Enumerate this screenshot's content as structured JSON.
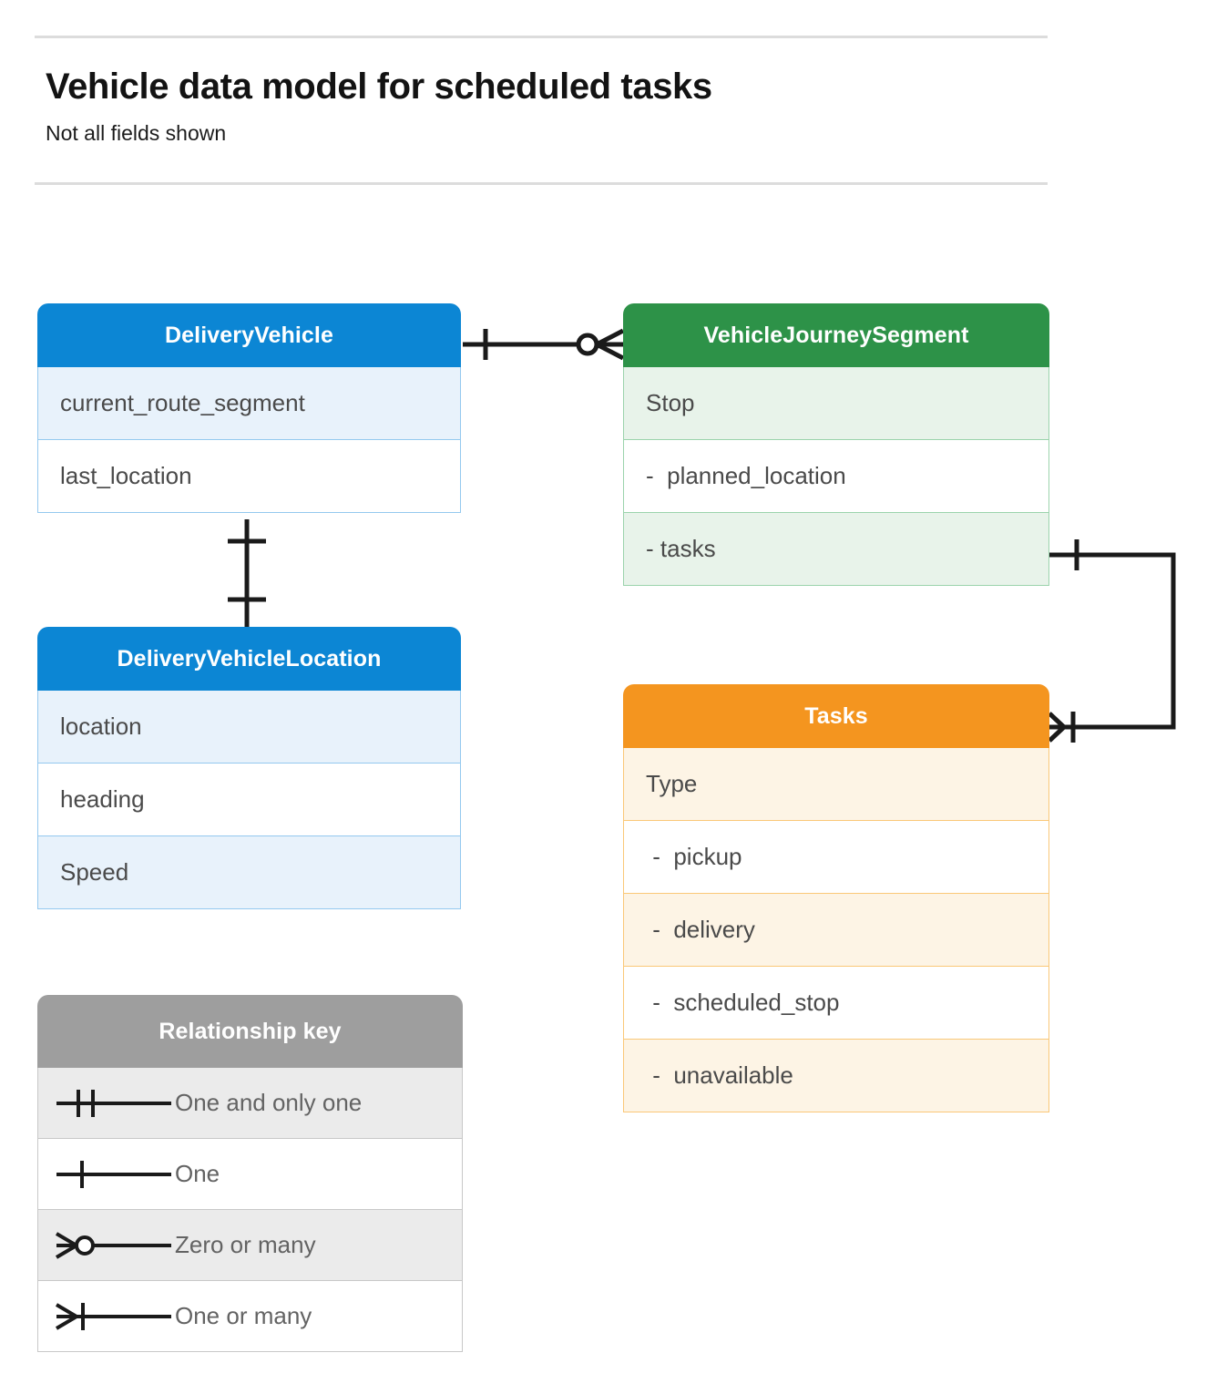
{
  "header": {
    "title": "Vehicle data model for scheduled tasks",
    "subtitle": "Not all fields shown"
  },
  "colors": {
    "blue_header": "#0c86d4",
    "blue_row": "#e8f2fb",
    "blue_border": "#94c9ef",
    "green_header": "#2d9248",
    "green_row": "#e8f3ea",
    "green_border": "#9bd3ac",
    "orange_header": "#f4951f",
    "orange_row": "#fdf4e5",
    "orange_border": "#fac878",
    "grey_header": "#9e9e9e",
    "grey_row": "#ebebeb",
    "grey_border": "#c8c8c8",
    "connector": "#1a1a1a",
    "rule": "#dcdcdc"
  },
  "entities": [
    {
      "name": "DeliveryVehicle",
      "fields": [
        "current_route_segment",
        "last_location"
      ]
    },
    {
      "name": "DeliveryVehicleLocation",
      "fields": [
        "location",
        "heading",
        "Speed"
      ]
    },
    {
      "name": "VehicleJourneySegment",
      "fields": [
        "Stop",
        "-  planned_location",
        "- tasks"
      ]
    },
    {
      "name": "Tasks",
      "fields": [
        "Type",
        " -  pickup",
        " -  delivery",
        " -  scheduled_stop",
        " -  unavailable"
      ]
    }
  ],
  "legend": {
    "title": "Relationship key",
    "items": [
      {
        "symbol": "one-and-only-one",
        "label": "One and only one"
      },
      {
        "symbol": "one",
        "label": "One"
      },
      {
        "symbol": "zero-or-many",
        "label": "Zero or many"
      },
      {
        "symbol": "one-or-many",
        "label": "One or many"
      }
    ]
  },
  "relationships": [
    {
      "from": "DeliveryVehicle",
      "to": "VehicleJourneySegment",
      "from_cardinality": "one",
      "to_cardinality": "zero-or-many"
    },
    {
      "from": "DeliveryVehicle",
      "to": "DeliveryVehicleLocation",
      "from_cardinality": "one",
      "to_cardinality": "one"
    },
    {
      "from": "VehicleJourneySegment.tasks",
      "to": "Tasks",
      "from_cardinality": "one",
      "to_cardinality": "one-or-many"
    }
  ]
}
